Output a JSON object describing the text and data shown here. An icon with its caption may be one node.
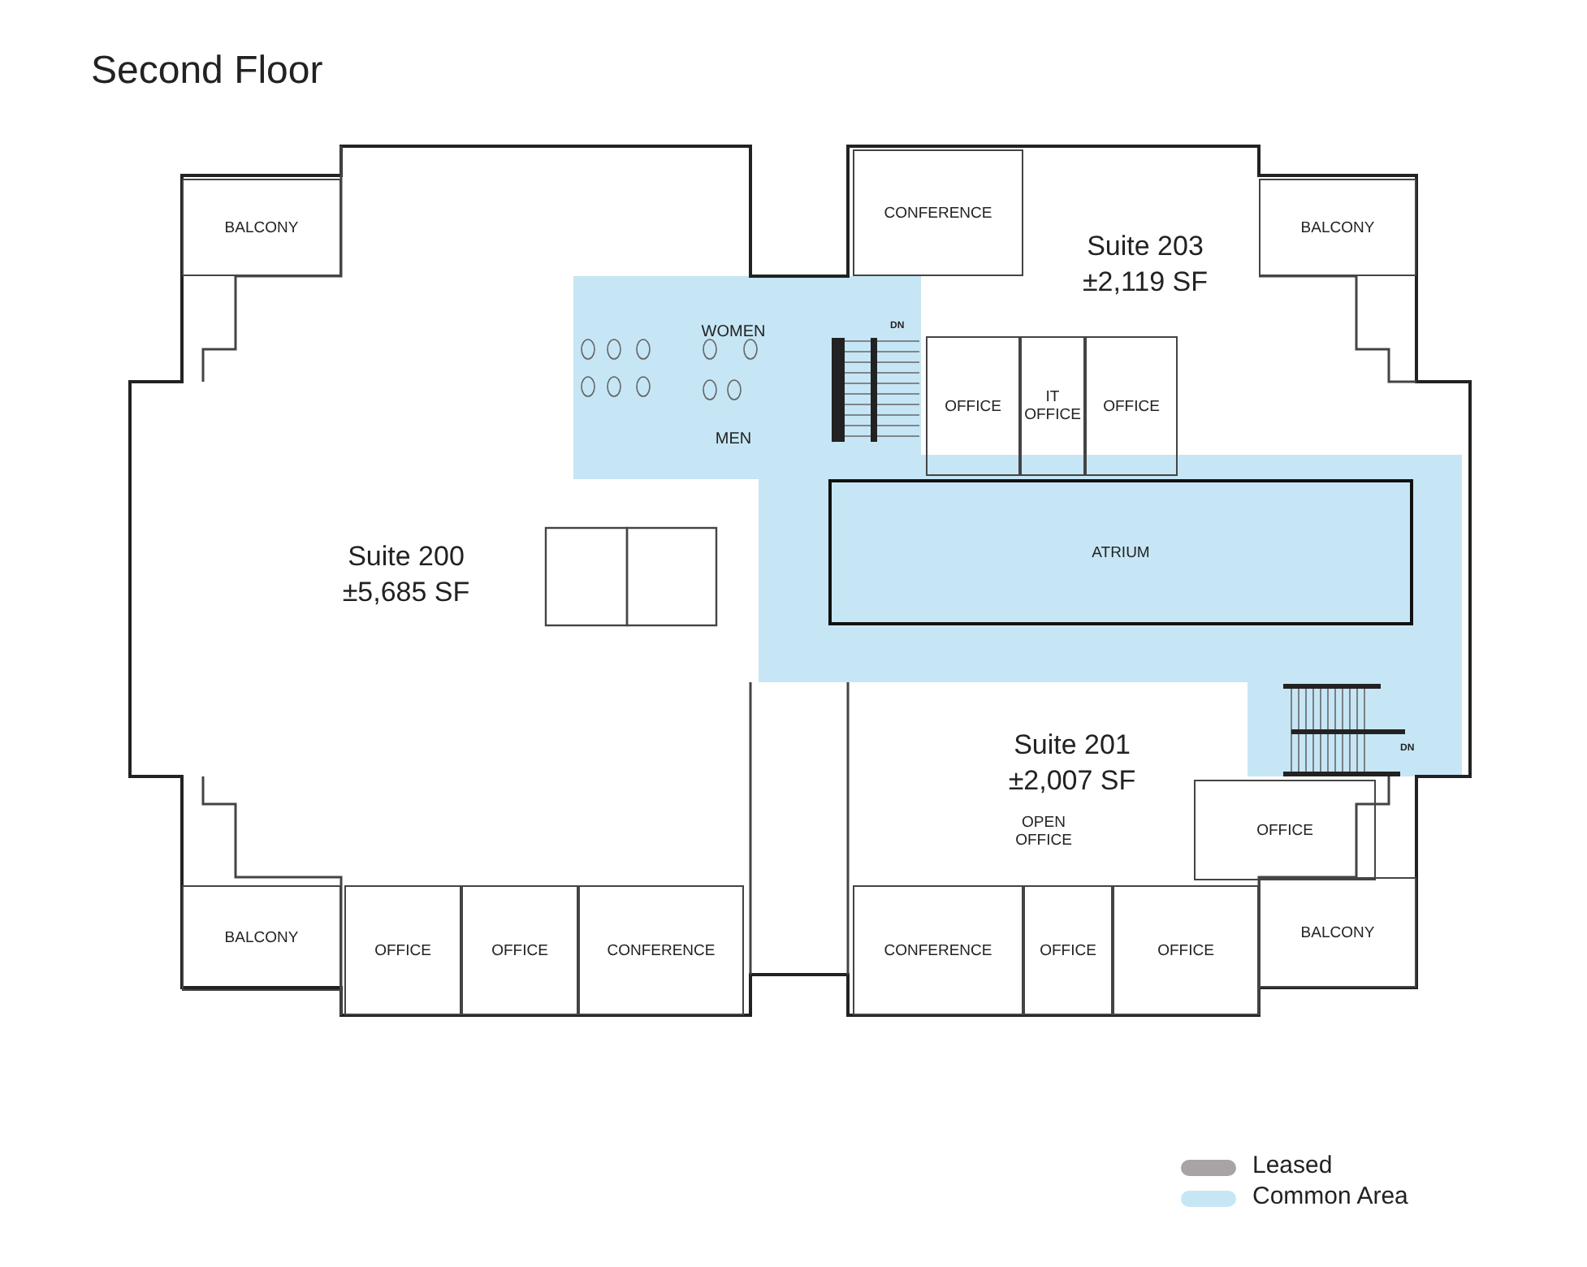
{
  "diagram": {
    "title": "Second Floor",
    "nodes": [
      {
        "text": [
          "Suite 200 ±5,685 SF"
        ]
      },
      {
        "text": [
          "Suite 203 ±2,119 SF"
        ]
      },
      {
        "text": [
          "Suite 201 ±2,007 SF"
        ]
      },
      {
        "text": [
          "BALCONY"
        ]
      },
      {
        "text": [
          "CONFERENCE"
        ]
      },
      {
        "text": [
          "BALCONY"
        ]
      },
      {
        "text": [
          "WOMEN"
        ]
      },
      {
        "text": [
          "MEN"
        ]
      },
      {
        "text": [
          "OFFICE"
        ]
      },
      {
        "text": [
          "IT OFFICE"
        ]
      },
      {
        "text": [
          "OFFICE"
        ]
      },
      {
        "text": [
          "ATRIUM"
        ]
      },
      {
        "text": [
          "OPEN OFFICE"
        ]
      },
      {
        "text": [
          "OFFICE"
        ]
      },
      {
        "text": [
          "BALCONY"
        ]
      },
      {
        "text": [
          "OFFICE"
        ]
      },
      {
        "text": [
          "OFFICE"
        ]
      },
      {
        "text": [
          "CONFERENCE"
        ]
      },
      {
        "text": [
          "CONFERENCE"
        ]
      },
      {
        "text": [
          "OFFICE"
        ]
      },
      {
        "text": [
          "OFFICE"
        ]
      },
      {
        "text": [
          "BALCONY"
        ]
      }
    ],
    "labels": [
      "DN",
      "DN"
    ],
    "legend": [
      {
        "text": "Leased",
        "color": "#a8a4a5"
      },
      {
        "text": "Common Area",
        "color": "#c6e6f5"
      }
    ]
  }
}
